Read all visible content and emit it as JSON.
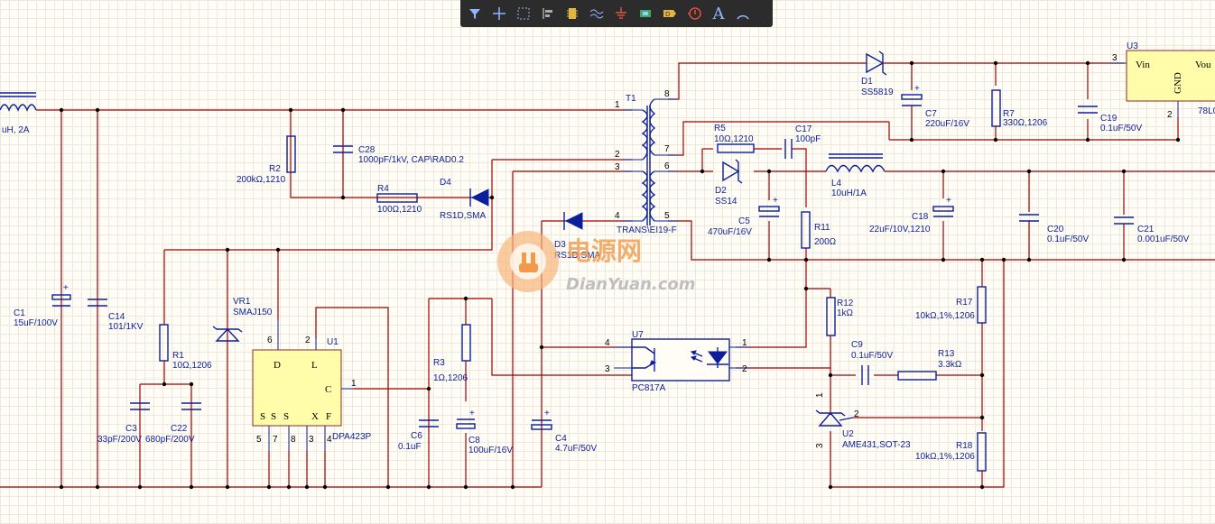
{
  "toolbar": {
    "tools": [
      {
        "name": "filter-tool-button",
        "icon": "filter-icon"
      },
      {
        "name": "crosshair-tool-button",
        "icon": "crosshair-icon"
      },
      {
        "name": "select-rect-tool-button",
        "icon": "select-rect-icon"
      },
      {
        "name": "align-tool-button",
        "icon": "align-icon"
      },
      {
        "name": "component-tool-button",
        "icon": "component-icon"
      },
      {
        "name": "wire-tool-button",
        "icon": "wire-icon"
      },
      {
        "name": "ground-tool-button",
        "icon": "ground-icon"
      },
      {
        "name": "bus-tool-button",
        "icon": "bus-icon"
      },
      {
        "name": "net-label-tool-button",
        "icon": "net-label-icon"
      },
      {
        "name": "port-tool-button",
        "icon": "port-icon"
      },
      {
        "name": "text-tool-button",
        "icon": "text-icon",
        "label": "A"
      },
      {
        "name": "arc-tool-button",
        "icon": "arc-icon"
      }
    ]
  },
  "watermark": {
    "cn": "电源网",
    "url": "DianYuan.com"
  },
  "labels": {
    "l_in": "uH, 2A",
    "c1": "C1",
    "c1v": "15uF/100V",
    "c14": "C14",
    "c14v": "101/1KV",
    "r2": "R2",
    "r2v": "200kΩ,1210",
    "c28": "C28",
    "c28v": "1000pF/1kV, CAP\\RAD0.2",
    "r4": "R4",
    "r4v": "100Ω,1210",
    "d4": "D4",
    "d4v": "RS1D,SMA",
    "t1": "T1",
    "t1v": "TRANS\\EI19-F",
    "d3": "D3",
    "d3v": "RS1D,SMA",
    "vr1": "VR1",
    "vr1v": "SMAJ150",
    "r1": "R1",
    "r1v": "10Ω,1206",
    "c3": "C3",
    "c3v": "33pF/200V",
    "c22": "C22",
    "c22v": "680pF/200V",
    "u1": "U1",
    "u1v": "DPA423P",
    "r3": "R3",
    "r3v": "1Ω,1206",
    "c6": "C6",
    "c6v": "0.1uF",
    "c8": "C8",
    "c8v": "100uF/16V",
    "c4": "C4",
    "c4v": "4.7uF/50V",
    "d1": "D1",
    "d1v": "SS5819",
    "c7": "C7",
    "c7v": "220uF/16V",
    "r7": "R7",
    "r7v": "330Ω,1206",
    "c19": "C19",
    "c19v": "0.1uF/50V",
    "u3": "U3",
    "u3v": "78L0",
    "r5": "R5",
    "r5v": "10Ω,1210",
    "c17": "C17",
    "c17v": "100pF",
    "d2": "D2",
    "d2v": "SS14",
    "c5": "C5",
    "c5v": "470uF/16V",
    "r11": "R11",
    "r11v": "200Ω",
    "l4": "L4",
    "l4v": "10uH/1A",
    "c18": "C18",
    "c18v": "22uF/10V,1210",
    "c20": "C20",
    "c20v": "0.1uF/50V",
    "c21": "C21",
    "c21v": "0.001uF/50V",
    "r12": "R12",
    "r12v": "1kΩ",
    "r17": "R17",
    "r17v": "10kΩ,1%,1206",
    "u7": "U7",
    "u7v": "PC817A",
    "c9": "C9",
    "c9v": "0.1uF/50V",
    "r13": "R13",
    "r13v": "3.3kΩ",
    "u2": "U2",
    "u2v": "AME431,SOT-23",
    "r18": "R18",
    "r18v": "10kΩ,1%,1206"
  },
  "pins": {
    "t1_1": "1",
    "t1_2": "2",
    "t1_3": "3",
    "t1_4": "4",
    "t1_5": "5",
    "t1_6": "6",
    "t1_7": "7",
    "t1_8": "8",
    "u1_6": "6",
    "u1_2": "2",
    "u1_1": "1",
    "u1_5": "5",
    "u1_7": "7",
    "u1_8": "8",
    "u1_3": "3",
    "u1_4": "4",
    "u1_D": "D",
    "u1_L": "L",
    "u1_C": "C",
    "u1_S1": "S",
    "u1_S2": "S",
    "u1_S3": "S",
    "u1_X": "X",
    "u1_F": "F",
    "u7_4": "4",
    "u7_3": "3",
    "u7_1": "1",
    "u7_2": "2",
    "u2_1": "1",
    "u2_2": "2",
    "u2_3": "3",
    "u3_3": "3",
    "u3_2": "2",
    "u3_vin": "Vin",
    "u3_gnd": "GND",
    "u3_vout": "Vou"
  }
}
